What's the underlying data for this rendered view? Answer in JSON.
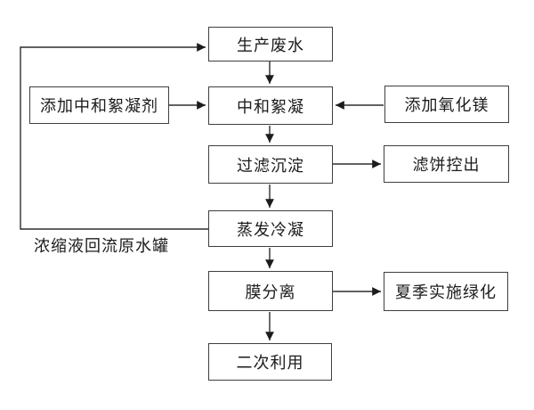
{
  "diagram": {
    "type": "flowchart",
    "nodes": {
      "production_wastewater": "生产废水",
      "add_neutralizing_flocculant": "添加中和絮凝剂",
      "neutralization_flocculation": "中和絮凝",
      "add_magnesium_oxide": "添加氧化镁",
      "filtration_sedimentation": "过滤沉淀",
      "filter_cake_removal": "滤饼控出",
      "evaporation_condensation": "蒸发冷凝",
      "membrane_separation": "膜分离",
      "summer_greening": "夏季实施绿化",
      "secondary_use": "二次利用"
    },
    "labels": {
      "concentrate_return": "浓缩液回流原水罐"
    },
    "edges": [
      {
        "from": "production_wastewater",
        "to": "neutralization_flocculation"
      },
      {
        "from": "add_neutralizing_flocculant",
        "to": "neutralization_flocculation"
      },
      {
        "from": "add_magnesium_oxide",
        "to": "neutralization_flocculation"
      },
      {
        "from": "neutralization_flocculation",
        "to": "filtration_sedimentation"
      },
      {
        "from": "filtration_sedimentation",
        "to": "filter_cake_removal"
      },
      {
        "from": "filtration_sedimentation",
        "to": "evaporation_condensation"
      },
      {
        "from": "evaporation_condensation",
        "to": "membrane_separation"
      },
      {
        "from": "evaporation_condensation",
        "to": "production_wastewater",
        "label": "浓缩液回流原水罐"
      },
      {
        "from": "membrane_separation",
        "to": "summer_greening"
      },
      {
        "from": "membrane_separation",
        "to": "secondary_use"
      }
    ],
    "colors": {
      "line": "#2e2e2e",
      "box_border": "#3f3f3f",
      "text": "#1c1c1c",
      "background": "#ffffff"
    }
  }
}
